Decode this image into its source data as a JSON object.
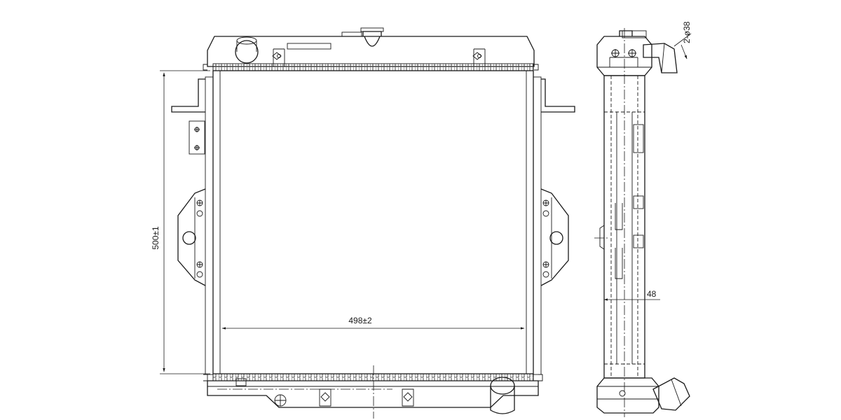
{
  "dimensions": {
    "height_label": "500±1",
    "width_label": "498±2",
    "depth_label": "48",
    "pipe_label": "2-ø38"
  }
}
